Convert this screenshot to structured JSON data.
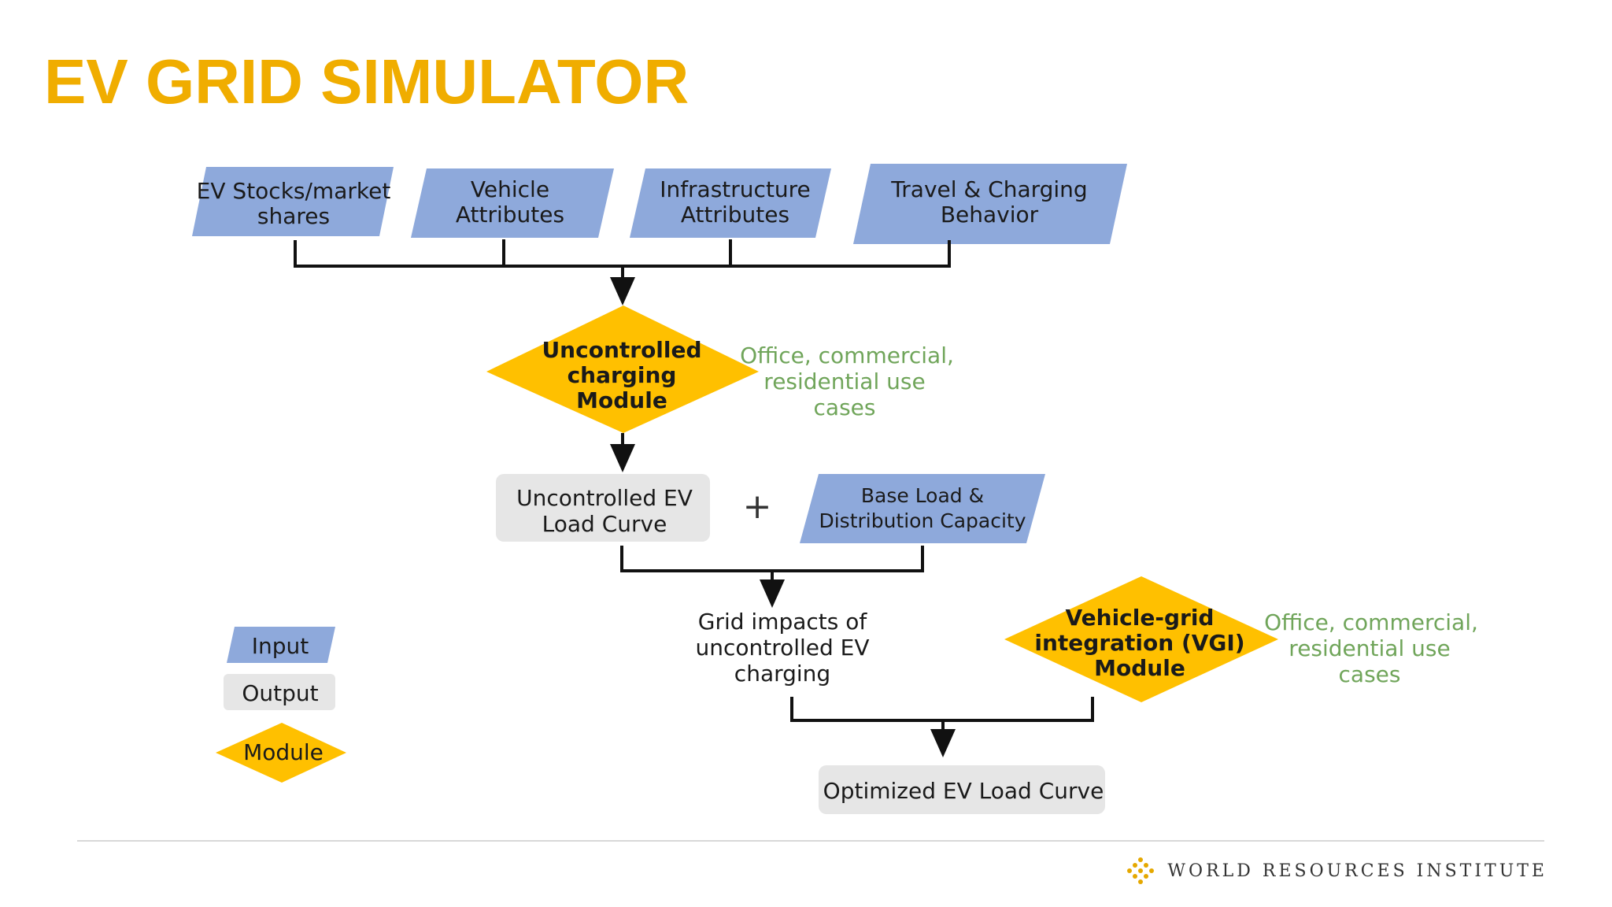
{
  "title": "EV GRID SIMULATOR",
  "inputs": {
    "ev_stocks": [
      "EV Stocks/market",
      "shares"
    ],
    "vehicle_attributes": [
      "Vehicle",
      "Attributes"
    ],
    "infrastructure_attributes": [
      "Infrastructure",
      "Attributes"
    ],
    "travel_charging": [
      "Travel & Charging",
      "Behavior"
    ],
    "base_load": [
      "Base Load &",
      "Distribution Capacity"
    ]
  },
  "modules": {
    "uncontrolled": [
      "Uncontrolled",
      "charging",
      "Module"
    ],
    "vgi": [
      "Vehicle-grid",
      "integration (VGI)",
      "Module"
    ]
  },
  "outputs": {
    "uncontrolled_curve": [
      "Uncontrolled EV",
      "Load Curve"
    ],
    "optimized_curve": "Optimized EV Load Curve"
  },
  "grid_impacts": [
    "Grid impacts of",
    "uncontrolled EV",
    "charging"
  ],
  "notes": {
    "use_cases_1": [
      "Office, commercial,",
      "residential use",
      "cases"
    ],
    "use_cases_2": [
      "Office, commercial,",
      "residential use",
      "cases"
    ]
  },
  "plus_sign": "+",
  "legend": {
    "input": "Input",
    "output": "Output",
    "module": "Module"
  },
  "footer": {
    "org": "WORLD RESOURCES INSTITUTE",
    "logo_icon": "wri-logo-icon"
  },
  "colors": {
    "title": "#F0AD00",
    "input": "#8EA9DB",
    "output": "#E6E6E6",
    "module": "#FFC000",
    "note": "#70A55A"
  }
}
